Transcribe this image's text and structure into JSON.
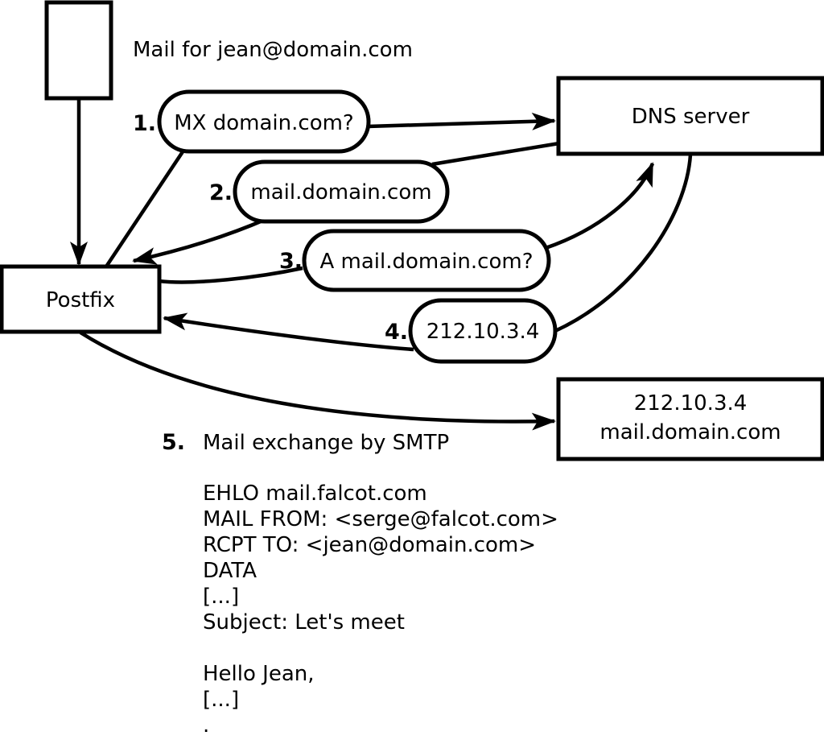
{
  "colors": {
    "ink": "#000000",
    "paper": "#ffffff"
  },
  "diagram": {
    "title": "Mail for jean@domain.com",
    "nodes": {
      "postfix": "Postfix",
      "dns": "DNS server",
      "mailserver_line1": "212.10.3.4",
      "mailserver_line2": "mail.domain.com"
    },
    "steps": [
      {
        "n": "1.",
        "label": "MX domain.com?"
      },
      {
        "n": "2.",
        "label": "mail.domain.com"
      },
      {
        "n": "3.",
        "label": "A mail.domain.com?"
      },
      {
        "n": "4.",
        "label": "212.10.3.4"
      },
      {
        "n": "5.",
        "label": "Mail exchange by SMTP"
      }
    ],
    "smtp_transcript": [
      "EHLO mail.falcot.com",
      "MAIL FROM: <serge@falcot.com>",
      "RCPT TO: <jean@domain.com>",
      "DATA",
      "[...]",
      "Subject: Let's meet",
      "",
      "Hello Jean,",
      "[...]",
      "."
    ]
  }
}
